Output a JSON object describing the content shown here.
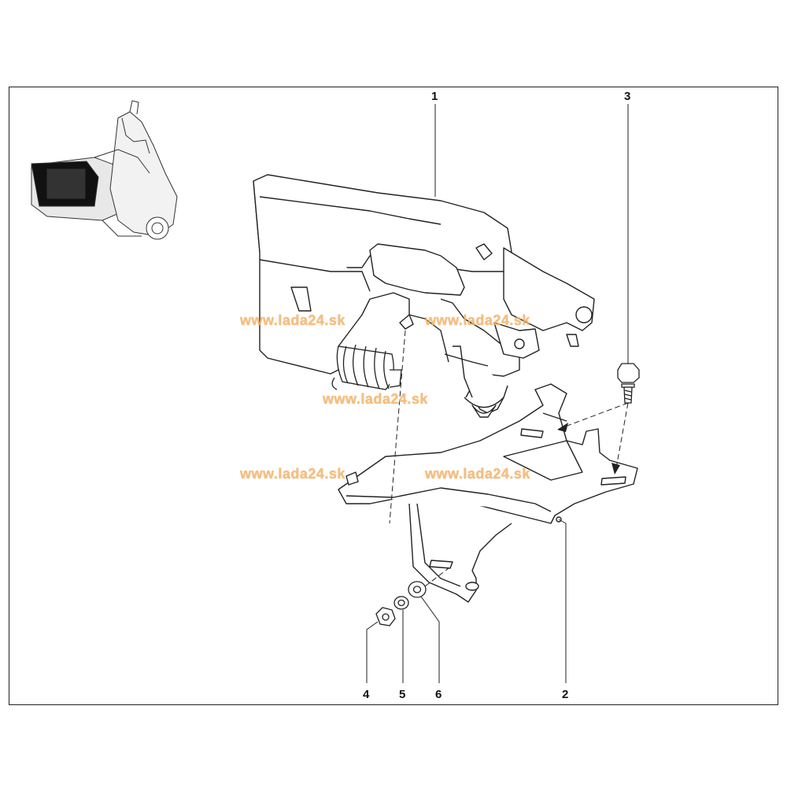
{
  "diagram": {
    "callouts": [
      {
        "id": "1",
        "label": "1"
      },
      {
        "id": "2",
        "label": "2"
      },
      {
        "id": "3",
        "label": "3"
      },
      {
        "id": "4",
        "label": "4"
      },
      {
        "id": "5",
        "label": "5"
      },
      {
        "id": "6",
        "label": "6"
      }
    ],
    "watermark": "www.lada24.sk"
  }
}
